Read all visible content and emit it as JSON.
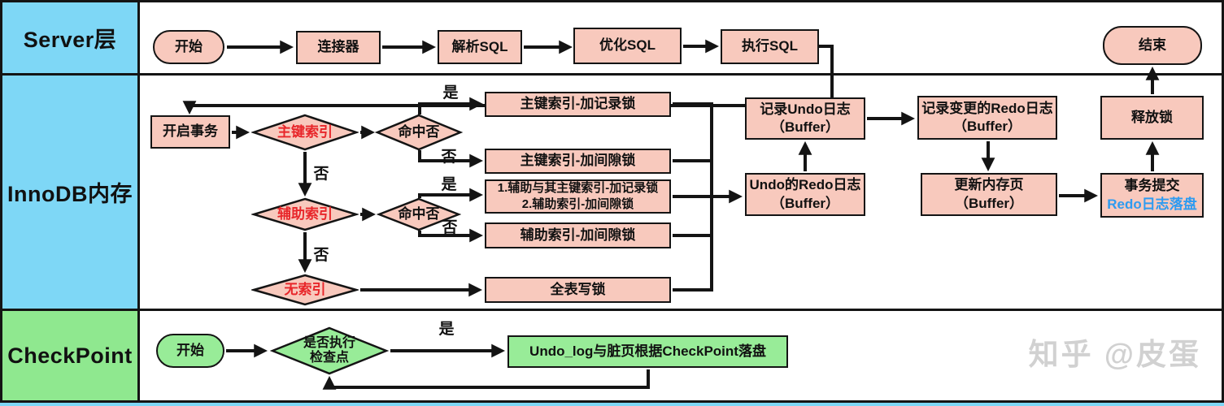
{
  "lanes": [
    {
      "label": "Server层"
    },
    {
      "label": "InnoDB内存"
    },
    {
      "label": "CheckPoint"
    }
  ],
  "nodes": {
    "start_server": "开始",
    "connector": "连接器",
    "parse_sql": "解析SQL",
    "optimize_sql": "优化SQL",
    "execute_sql": "执行SQL",
    "end_node": "结束",
    "begin_trx": "开启事务",
    "primary_index": "主键索引",
    "hit_check_1": "命中否",
    "primary_record_lock": "主键索引-加记录锁",
    "primary_gap_lock": "主键索引-加间隙锁",
    "secondary_locks": "1.辅助与其主键索引-加记录锁\n2.辅助索引-加间隙锁",
    "secondary_gap_lock": "辅助索引-加间隙锁",
    "full_table_lock": "全表写锁",
    "secondary_index": "辅助索引",
    "hit_check_2": "命中否",
    "no_index": "无索引",
    "record_undo_log": "记录Undo日志\n（Buffer）",
    "undo_redo_log": "Undo的Redo日志\n（Buffer）",
    "record_redo_log": "记录变更的Redo日志\n（Buffer）",
    "update_memory_page": "更新内存页\n（Buffer）",
    "release_lock": "释放锁",
    "commit_line1": "事务提交",
    "commit_line2": "Redo日志落盘",
    "start_checkpoint": "开始",
    "checkpoint_decision": "是否执行\n检查点",
    "checkpoint_flush": "Undo_log与脏页根据CheckPoint落盘"
  },
  "edge_labels": {
    "yes": "是",
    "no": "否"
  },
  "watermark": "知乎 @皮蛋",
  "colors": {
    "lane_blue": "#7ed7f6",
    "lane_green": "#8fe88f",
    "node_pink": "#f8c9bd",
    "node_green": "#98ec98",
    "highlight_red": "#e8262a",
    "highlight_blue": "#2e9bf0"
  }
}
